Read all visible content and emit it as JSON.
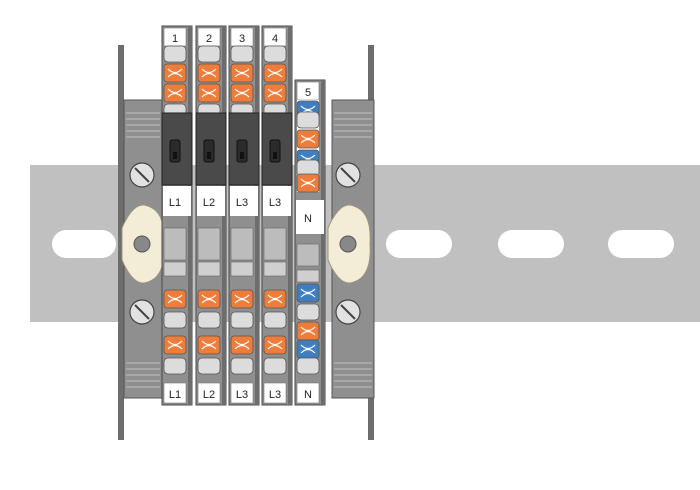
{
  "colors": {
    "rail": "#c0c0c0",
    "housing": "#8f8f8f",
    "housing_dark": "#6d6d6d",
    "clamp_orange": "#ee7d3b",
    "clamp_blue": "#3f7fbf",
    "fuse_holder": "#4a4a4a",
    "end_clamp": "#f3ecd6",
    "marker_bg": "#ffffff"
  },
  "terminals": [
    {
      "number": "1",
      "phase_label": "L1",
      "bottom_label": "L1",
      "type": "fuse"
    },
    {
      "number": "2",
      "phase_label": "L2",
      "bottom_label": "L2",
      "type": "fuse"
    },
    {
      "number": "3",
      "phase_label": "L3",
      "bottom_label": "L3",
      "type": "fuse"
    },
    {
      "number": "4",
      "phase_label": "L3",
      "bottom_label": "L3",
      "type": "fuse"
    },
    {
      "number": "5",
      "phase_label": "N",
      "bottom_label": "N",
      "type": "neutral"
    }
  ],
  "icons": [
    "din-rail",
    "screw-icon",
    "end-clamp-icon",
    "fuse-holder-icon",
    "spring-clamp-icon"
  ]
}
